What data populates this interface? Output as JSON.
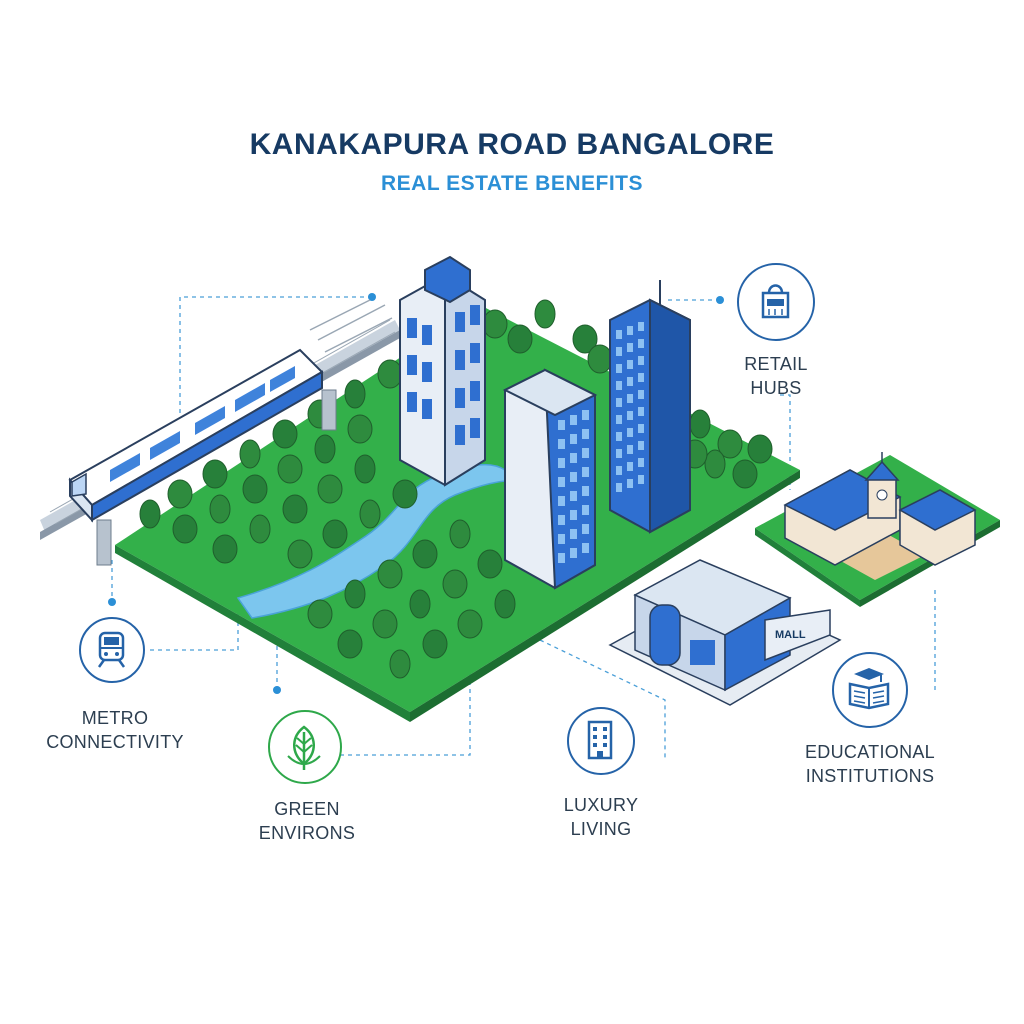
{
  "header": {
    "title": "KANAKAPURA ROAD BANGALORE",
    "subtitle": "REAL ESTATE BENEFITS"
  },
  "colors": {
    "title": "#163a63",
    "subtitle": "#2b8fd6",
    "blue_icon": "#2563a8",
    "green_icon": "#2ea84a",
    "grass": "#33b04a",
    "tree": "#2e8b3e",
    "river": "#7cc6ee",
    "building": "#2f6fd0",
    "connector": "#4a9fd8"
  },
  "features": {
    "metro": {
      "line1": "METRO",
      "line2": "CONNECTIVITY",
      "icon": "train-icon"
    },
    "green": {
      "line1": "GREEN",
      "line2": "ENVIRONS",
      "icon": "leaf-icon"
    },
    "luxury": {
      "line1": "LUXURY",
      "line2": "LIVING",
      "icon": "building-icon"
    },
    "educational": {
      "line1": "EDUCATIONAL",
      "line2": "INSTITUTIONS",
      "icon": "book-icon"
    },
    "retail": {
      "line1": "RETAIL",
      "line2": "HUBS",
      "icon": "shopping-bag-icon"
    }
  },
  "illustration": {
    "mall_sign": "MALL"
  }
}
